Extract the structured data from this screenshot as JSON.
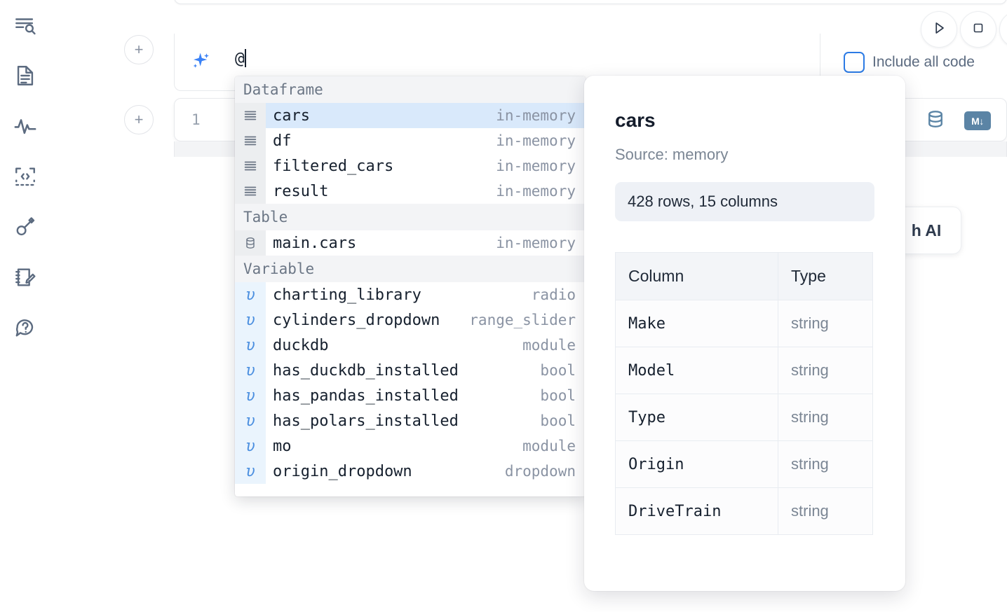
{
  "sidebar": {
    "items": [
      {
        "name": "search-files-icon",
        "label": "Explore / search"
      },
      {
        "name": "document-icon",
        "label": "Notebook file"
      },
      {
        "name": "activity-icon",
        "label": "Activity / runtime"
      },
      {
        "name": "code-snippet-icon",
        "label": "Snippets"
      },
      {
        "name": "key-icon",
        "label": "Secrets"
      },
      {
        "name": "scratchpad-icon",
        "label": "Scratchpad"
      },
      {
        "name": "chat-help-icon",
        "label": "Help / chat"
      }
    ]
  },
  "toolbar": {
    "run_label": "Run",
    "stop_label": "Interrupt",
    "include_all_code_label": "Include all code",
    "include_all_code_checked": false,
    "accent_color": "#2c7be5"
  },
  "prompt": {
    "value": "@",
    "icon": "sparkles-icon"
  },
  "cell": {
    "line_number": "1",
    "database_icon_label": "Database",
    "markdown_badge": "M",
    "ai_chip_label": "h AI"
  },
  "autocomplete": {
    "groups": [
      {
        "label": "Dataframe",
        "icon": "dataframe-icon",
        "gutter_style": "grey",
        "items": [
          {
            "name": "cars",
            "type": "in-memory",
            "selected": true
          },
          {
            "name": "df",
            "type": "in-memory",
            "selected": false
          },
          {
            "name": "filtered_cars",
            "type": "in-memory",
            "selected": false
          },
          {
            "name": "result",
            "type": "in-memory",
            "selected": false
          }
        ]
      },
      {
        "label": "Table",
        "icon": "table-db-icon",
        "gutter_style": "grey",
        "items": [
          {
            "name": "main.cars",
            "type": "in-memory",
            "selected": false
          }
        ]
      },
      {
        "label": "Variable",
        "icon": "variable-icon",
        "gutter_style": "blue",
        "items": [
          {
            "name": "charting_library",
            "type": "radio",
            "selected": false
          },
          {
            "name": "cylinders_dropdown",
            "type": "range_slider",
            "selected": false
          },
          {
            "name": "duckdb",
            "type": "module",
            "selected": false
          },
          {
            "name": "has_duckdb_installed",
            "type": "bool",
            "selected": false
          },
          {
            "name": "has_pandas_installed",
            "type": "bool",
            "selected": false
          },
          {
            "name": "has_polars_installed",
            "type": "bool",
            "selected": false
          },
          {
            "name": "mo",
            "type": "module",
            "selected": false
          },
          {
            "name": "origin_dropdown",
            "type": "dropdown",
            "selected": false
          }
        ]
      }
    ],
    "selected_highlight_color": "#d9e9fb",
    "variable_glyph": "υ"
  },
  "info_panel": {
    "title": "cars",
    "source": "Source: memory",
    "shape": "428 rows, 15 columns",
    "table": {
      "headers": [
        "Column",
        "Type"
      ],
      "rows": [
        [
          "Make",
          "string"
        ],
        [
          "Model",
          "string"
        ],
        [
          "Type",
          "string"
        ],
        [
          "Origin",
          "string"
        ],
        [
          "DriveTrain",
          "string"
        ]
      ]
    }
  }
}
